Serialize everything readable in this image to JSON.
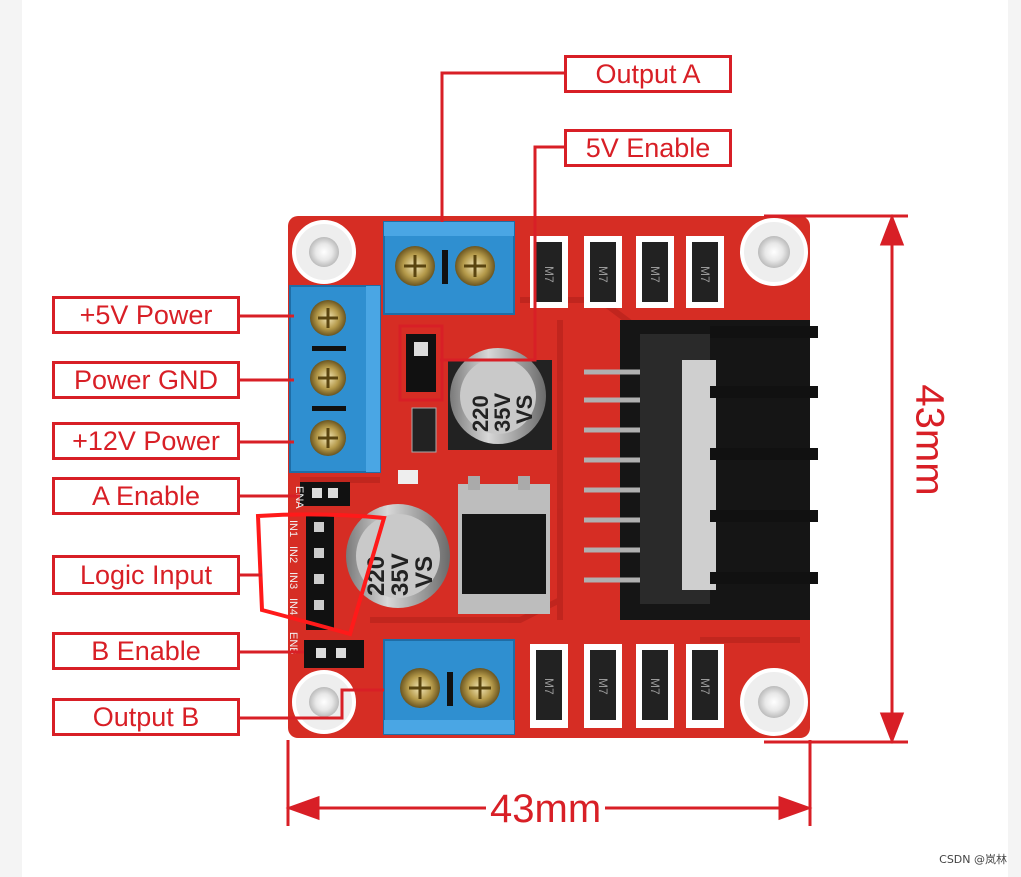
{
  "labels": {
    "output_a": "Output A",
    "enable_5v": "5V Enable",
    "power_5v": "+5V Power",
    "power_gnd": "Power GND",
    "power_12v": "+12V Power",
    "a_enable": "A Enable",
    "logic_input": "Logic Input",
    "b_enable": "B Enable",
    "output_b": "Output B"
  },
  "dimensions": {
    "height": "43mm",
    "width": "43mm"
  },
  "component_text": {
    "cap_top": [
      "220",
      "35V",
      "VS"
    ],
    "cap_bottom": [
      "220",
      "35V",
      "VS"
    ],
    "diode": "M7",
    "pin_ena": "ENA",
    "pins_in": [
      "IN1",
      "IN2",
      "IN3",
      "IN4"
    ],
    "pin_enb": "ENB"
  },
  "watermark": "CSDN @岚林",
  "colors": {
    "board": "#d62d24",
    "label": "#d81f26",
    "terminal": "#2f8fd0",
    "heatsink": "#111111"
  }
}
